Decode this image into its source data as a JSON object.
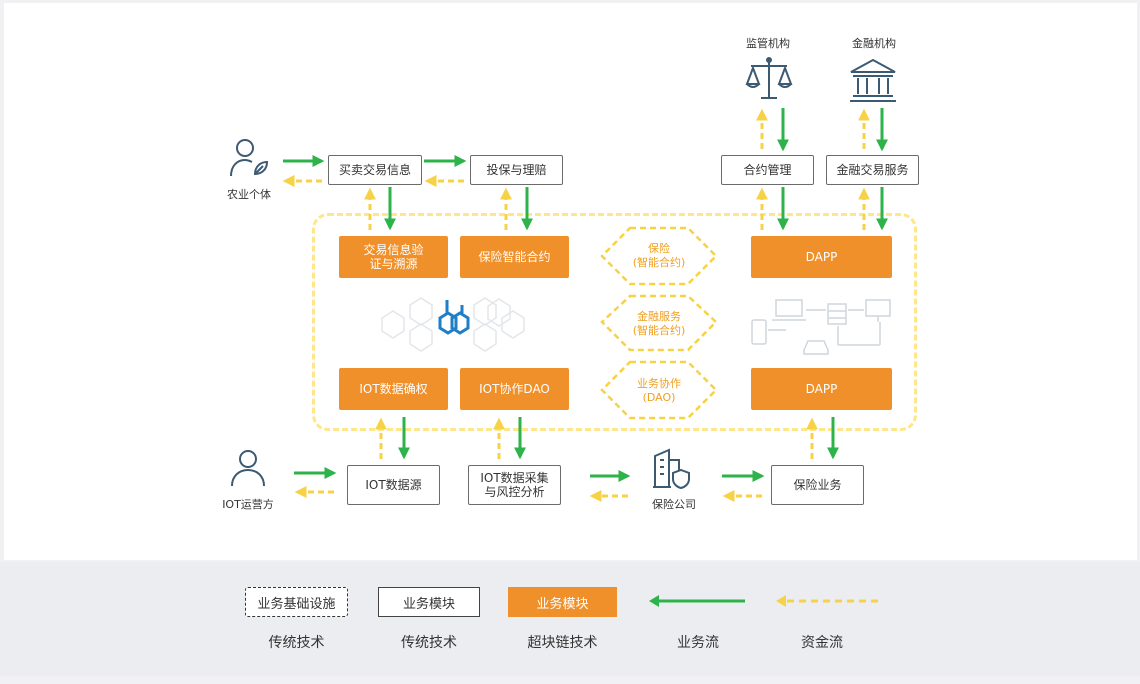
{
  "actors": {
    "farmer": "农业个体",
    "iot_operator": "IOT运营方",
    "regulator": "监管机构",
    "financial_institution": "金融机构",
    "insurer": "保险公司"
  },
  "modules": {
    "trade_info": "买卖交易信息",
    "insure_claim": "投保与理赔",
    "contract_mgmt": "合约管理",
    "finance_service": "金融交易服务",
    "iot_source": "IOT数据源",
    "iot_collect": "IOT数据采集与风控分析",
    "insurance_business": "保险业务"
  },
  "chain_modules": {
    "trade_verify": "交易信息验证与溯源",
    "insure_contract": "保险智能合约",
    "dapp_top": "DAPP",
    "iot_rights": "IOT数据确权",
    "iot_dao": "IOT协作DAO",
    "dapp_bottom": "DAPP"
  },
  "hexagons": [
    {
      "line1": "保险",
      "line2": "(智能合约)"
    },
    {
      "line1": "金融服务",
      "line2": "(智能合约)"
    },
    {
      "line1": "业务协作",
      "line2": "(DAO)"
    }
  ],
  "legend": {
    "infra": {
      "box": "业务基础设施",
      "caption": "传统技术"
    },
    "module": {
      "box": "业务模块",
      "caption": "传统技术"
    },
    "chain": {
      "box": "业务模块",
      "caption": "超块链技术"
    },
    "business_flow": {
      "caption": "业务流"
    },
    "capital_flow": {
      "caption": "资金流"
    }
  },
  "colors": {
    "orange": "#f0902a",
    "green_arrow": "#2db34a",
    "yellow_arrow": "#f7d246",
    "dash_region": "#ffe68a",
    "icon": "#3d5a73",
    "blockchain_logo": "#1f7ec8"
  }
}
